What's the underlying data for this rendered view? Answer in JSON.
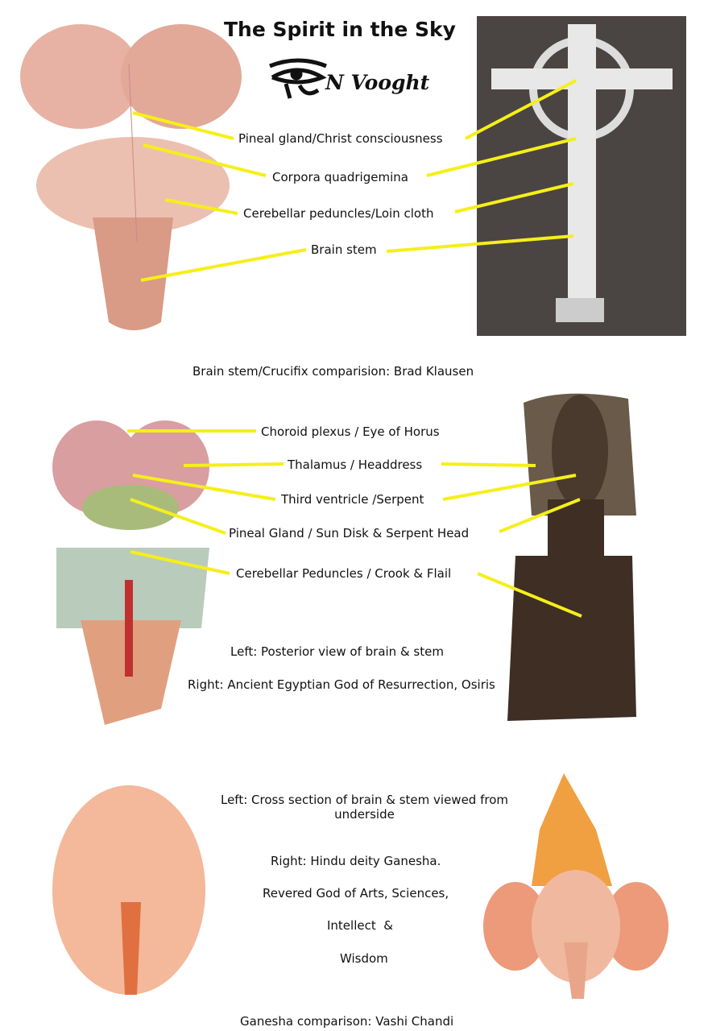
{
  "title": "The Spirit in the Sky",
  "logo": {
    "text": "N Vooght",
    "icon": "eye-of-horus-icon"
  },
  "section1": {
    "labels": [
      "Pineal gland/Christ consciousness",
      "Corpora quadrigemina",
      "Cerebellar peduncles/Loin cloth",
      "Brain stem"
    ],
    "credit": "Brain stem/Crucifix comparision: Brad Klausen"
  },
  "section2": {
    "labels": [
      "Choroid plexus / Eye of Horus",
      "Thalamus / Headdress",
      "Third ventricle /Serpent",
      "Pineal Gland / Sun Disk & Serpent Head",
      "Cerebellar Peduncles / Crook & Flail"
    ],
    "caption_left": "Left: Posterior view of brain & stem",
    "caption_right": "Right: Ancient Egyptian God of Resurrection, Osiris"
  },
  "section3": {
    "caption_left": "Left: Cross section of brain & stem viewed from underside",
    "caption_right": "Right: Hindu deity Ganesha.",
    "line2": "Revered God of Arts, Sciences,",
    "line3": "Intellect  &",
    "line4": "Wisdom",
    "credit": "Ganesha comparison: Vashi Chandi"
  },
  "colors": {
    "line": "#f5ef1a",
    "brain": "#e8b4a4",
    "crucifix_bg": "#4a4442",
    "osiris": "#4a3a2e",
    "ganesha": "#f0a040"
  }
}
